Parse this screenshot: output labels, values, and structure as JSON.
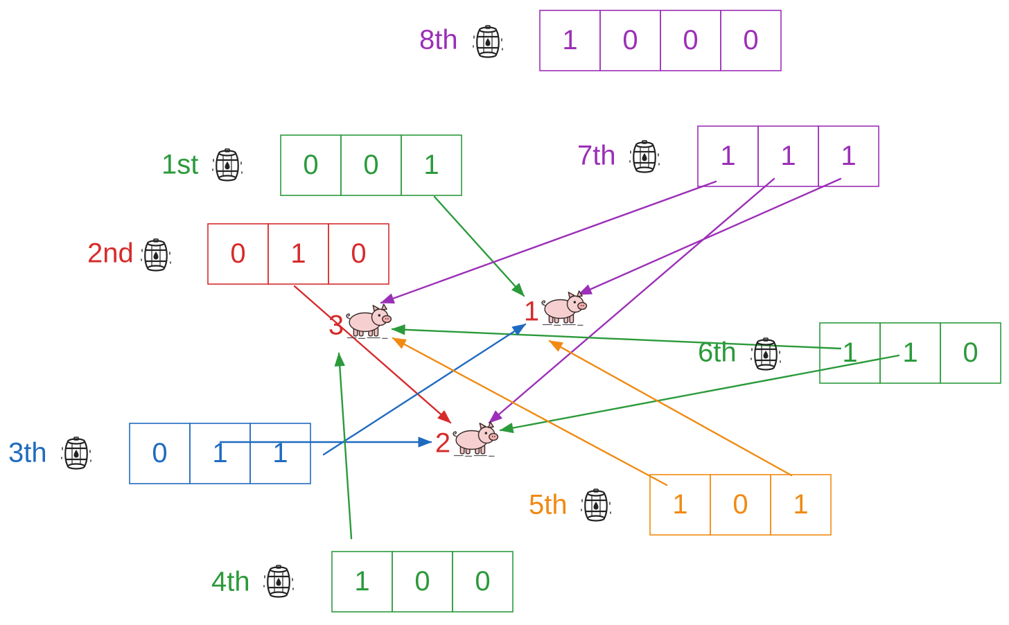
{
  "colors": {
    "purple": "#9b2fb7",
    "green": "#2b9a3b",
    "red": "#d62b2b",
    "blue": "#1f6bbf",
    "orange": "#f08a12"
  },
  "barrels": [
    {
      "id": "b8",
      "label": "8th",
      "color": "#9b2fb7",
      "bits": [
        "1",
        "0",
        "0",
        "0"
      ]
    },
    {
      "id": "b1",
      "label": "1st",
      "color": "#2b9a3b",
      "bits": [
        "0",
        "0",
        "1"
      ]
    },
    {
      "id": "b7",
      "label": "7th",
      "color": "#9b2fb7",
      "bits": [
        "1",
        "1",
        "1"
      ]
    },
    {
      "id": "b2",
      "label": "2nd",
      "color": "#d62b2b",
      "bits": [
        "0",
        "1",
        "0"
      ]
    },
    {
      "id": "b6",
      "label": "6th",
      "color": "#2b9a3b",
      "bits": [
        "1",
        "1",
        "0"
      ]
    },
    {
      "id": "b3",
      "label": "3th",
      "color": "#1f6bbf",
      "bits": [
        "0",
        "1",
        "1"
      ]
    },
    {
      "id": "b5",
      "label": "5th",
      "color": "#f08a12",
      "bits": [
        "1",
        "0",
        "1"
      ]
    },
    {
      "id": "b4",
      "label": "4th",
      "color": "#2b9a3b",
      "bits": [
        "1",
        "0",
        "0"
      ]
    }
  ],
  "pigs": [
    {
      "id": "p1",
      "label": "1",
      "color": "#d62b2b"
    },
    {
      "id": "p2",
      "label": "2",
      "color": "#d62b2b"
    },
    {
      "id": "p3",
      "label": "3",
      "color": "#d62b2b"
    }
  ],
  "icons": {
    "barrel": "barrel-icon",
    "pig": "pig-icon"
  }
}
